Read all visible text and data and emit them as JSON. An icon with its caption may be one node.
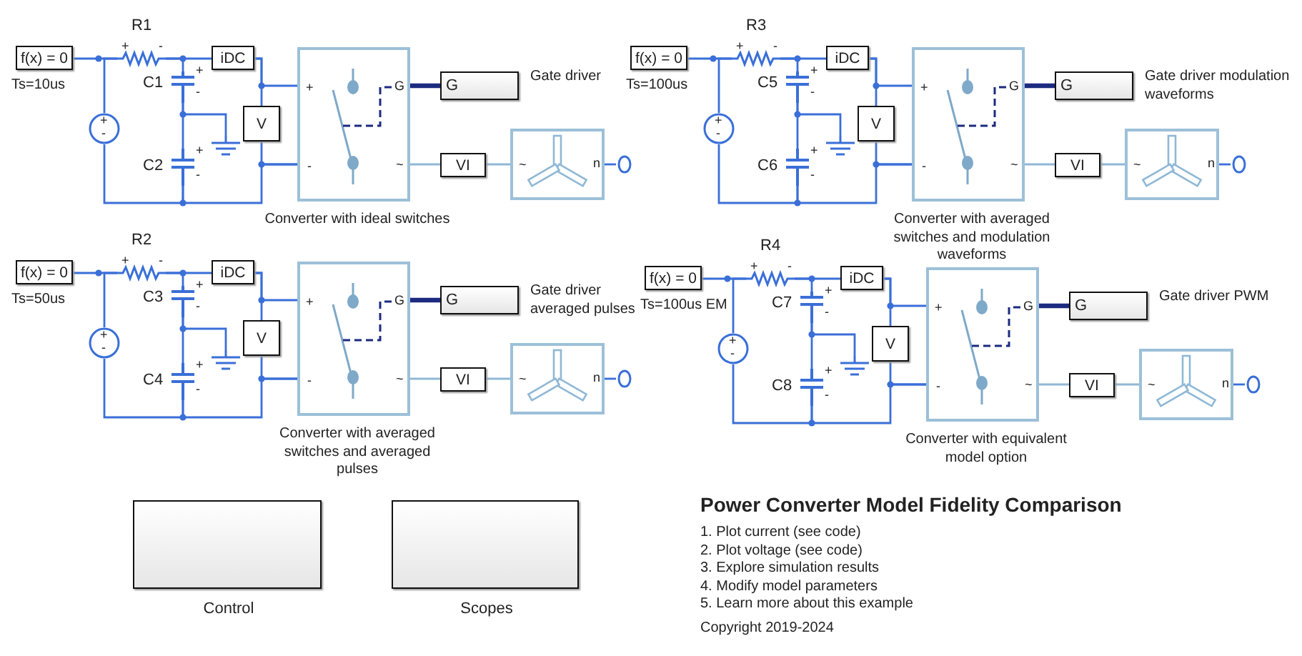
{
  "diagram": {
    "title": "Power Converter Model Fidelity Comparison",
    "nodes": [
      {
        "text": [
          "f(x) = 0"
        ],
        "beside": [
          "Ts=10us"
        ]
      },
      {
        "text": [
          "R1",
          "+",
          "-"
        ]
      },
      {
        "text": [
          "C1",
          "+",
          "-"
        ]
      },
      {
        "text": [
          "C2",
          "+",
          "-"
        ]
      },
      {
        "text": [
          "+",
          "-"
        ]
      },
      {
        "text": [],
        "shape": "ground"
      },
      {
        "text": [
          "iDC"
        ]
      },
      {
        "text": [
          "V"
        ]
      },
      {
        "text": [
          "+",
          "-",
          "G",
          "~"
        ],
        "beside": [
          "Converter with ideal switches"
        ]
      },
      {
        "text": [
          "G"
        ],
        "beside": [
          "Gate driver"
        ]
      },
      {
        "text": [
          "VI"
        ]
      },
      {
        "text": [
          "~",
          "n"
        ]
      },
      {
        "text": [],
        "shape": "circle"
      },
      {
        "text": [
          "f(x) = 0"
        ],
        "beside": [
          "Ts=50us"
        ]
      },
      {
        "text": [
          "R2",
          "+",
          "-"
        ]
      },
      {
        "text": [
          "C3",
          "+",
          "-"
        ]
      },
      {
        "text": [
          "C4",
          "+",
          "-"
        ]
      },
      {
        "text": [
          "+",
          "-"
        ]
      },
      {
        "text": [],
        "shape": "ground"
      },
      {
        "text": [
          "iDC"
        ]
      },
      {
        "text": [
          "V"
        ]
      },
      {
        "text": [
          "+",
          "-",
          "G",
          "~"
        ],
        "beside": [
          "Converter with averaged switches and averaged pulses"
        ]
      },
      {
        "text": [
          "G"
        ],
        "beside": [
          "Gate driver averaged pulses"
        ]
      },
      {
        "text": [
          "VI"
        ]
      },
      {
        "text": [
          "~",
          "n"
        ]
      },
      {
        "text": [],
        "shape": "circle"
      },
      {
        "text": [
          "f(x) = 0"
        ],
        "beside": [
          "Ts=100us"
        ]
      },
      {
        "text": [
          "R3",
          "+",
          "-"
        ]
      },
      {
        "text": [
          "C5",
          "+",
          "-"
        ]
      },
      {
        "text": [
          "C6",
          "+",
          "-"
        ]
      },
      {
        "text": [
          "+",
          "-"
        ]
      },
      {
        "text": [],
        "shape": "ground"
      },
      {
        "text": [
          "iDC"
        ]
      },
      {
        "text": [
          "V"
        ]
      },
      {
        "text": [
          "+",
          "-",
          "G",
          "~"
        ],
        "beside": [
          "Converter with averaged switches and modulation waveforms"
        ]
      },
      {
        "text": [
          "G"
        ],
        "beside": [
          "Gate driver modulation waveforms"
        ]
      },
      {
        "text": [
          "VI"
        ]
      },
      {
        "text": [
          "~",
          "n"
        ]
      },
      {
        "text": [],
        "shape": "circle"
      },
      {
        "text": [
          "f(x) = 0"
        ],
        "beside": [
          "Ts=100us EM"
        ]
      },
      {
        "text": [
          "R4",
          "+",
          "-"
        ]
      },
      {
        "text": [
          "C7",
          "+",
          "-"
        ]
      },
      {
        "text": [
          "C8",
          "+",
          "-"
        ]
      },
      {
        "text": [
          "+",
          "-"
        ]
      },
      {
        "text": [],
        "shape": "ground"
      },
      {
        "text": [
          "iDC"
        ]
      },
      {
        "text": [
          "V"
        ]
      },
      {
        "text": [
          "+",
          "-",
          "G",
          "~"
        ],
        "beside": [
          "Converter with equivalent model option"
        ]
      },
      {
        "text": [
          "G"
        ],
        "beside": [
          "Gate driver PWM"
        ]
      },
      {
        "text": [
          "VI"
        ]
      },
      {
        "text": [
          "~",
          "n"
        ]
      },
      {
        "text": [],
        "shape": "circle"
      },
      {
        "text": [
          "Control"
        ]
      },
      {
        "text": [
          "Scopes"
        ]
      }
    ],
    "edges": [
      {
        "from": 0,
        "to": 1,
        "arrow": "none"
      },
      {
        "from": 4,
        "to": 1,
        "arrow": "none"
      },
      {
        "from": 1,
        "to": 6,
        "arrow": "none"
      },
      {
        "from": 1,
        "to": 2,
        "arrow": "none"
      },
      {
        "from": 2,
        "to": 3,
        "arrow": "none"
      },
      {
        "from": 2,
        "to": 5,
        "arrow": "none"
      },
      {
        "from": 6,
        "to": 8,
        "arrow": "none"
      },
      {
        "from": 6,
        "to": 7,
        "arrow": "none"
      },
      {
        "from": 7,
        "to": 8,
        "arrow": "none"
      },
      {
        "from": 3,
        "to": 8,
        "arrow": "none"
      },
      {
        "from": 4,
        "to": 3,
        "arrow": "none"
      },
      {
        "from": 8,
        "to": 9,
        "arrow": "none",
        "style": "thick",
        "color": "#1c2a80"
      },
      {
        "from": 8,
        "to": 10,
        "arrow": "none",
        "color": "#8fb8d6"
      },
      {
        "from": 10,
        "to": 11,
        "arrow": "none",
        "color": "#8fb8d6"
      },
      {
        "from": 11,
        "to": 12,
        "arrow": "none"
      },
      {
        "from": 13,
        "to": 14,
        "arrow": "none"
      },
      {
        "from": 17,
        "to": 14,
        "arrow": "none"
      },
      {
        "from": 14,
        "to": 19,
        "arrow": "none"
      },
      {
        "from": 14,
        "to": 15,
        "arrow": "none"
      },
      {
        "from": 15,
        "to": 16,
        "arrow": "none"
      },
      {
        "from": 15,
        "to": 18,
        "arrow": "none"
      },
      {
        "from": 19,
        "to": 21,
        "arrow": "none"
      },
      {
        "from": 19,
        "to": 20,
        "arrow": "none"
      },
      {
        "from": 20,
        "to": 21,
        "arrow": "none"
      },
      {
        "from": 16,
        "to": 21,
        "arrow": "none"
      },
      {
        "from": 17,
        "to": 16,
        "arrow": "none"
      },
      {
        "from": 21,
        "to": 22,
        "arrow": "none",
        "style": "thick",
        "color": "#1c2a80"
      },
      {
        "from": 21,
        "to": 23,
        "arrow": "none",
        "color": "#8fb8d6"
      },
      {
        "from": 23,
        "to": 24,
        "arrow": "none",
        "color": "#8fb8d6"
      },
      {
        "from": 24,
        "to": 25,
        "arrow": "none"
      },
      {
        "from": 26,
        "to": 27,
        "arrow": "none"
      },
      {
        "from": 30,
        "to": 27,
        "arrow": "none"
      },
      {
        "from": 27,
        "to": 32,
        "arrow": "none"
      },
      {
        "from": 27,
        "to": 28,
        "arrow": "none"
      },
      {
        "from": 28,
        "to": 29,
        "arrow": "none"
      },
      {
        "from": 28,
        "to": 31,
        "arrow": "none"
      },
      {
        "from": 32,
        "to": 34,
        "arrow": "none"
      },
      {
        "from": 32,
        "to": 33,
        "arrow": "none"
      },
      {
        "from": 33,
        "to": 34,
        "arrow": "none"
      },
      {
        "from": 29,
        "to": 34,
        "arrow": "none"
      },
      {
        "from": 30,
        "to": 29,
        "arrow": "none"
      },
      {
        "from": 34,
        "to": 35,
        "arrow": "none",
        "style": "thick",
        "color": "#1c2a80"
      },
      {
        "from": 34,
        "to": 36,
        "arrow": "none",
        "color": "#8fb8d6"
      },
      {
        "from": 36,
        "to": 37,
        "arrow": "none",
        "color": "#8fb8d6"
      },
      {
        "from": 37,
        "to": 38,
        "arrow": "none"
      },
      {
        "from": 39,
        "to": 40,
        "arrow": "none"
      },
      {
        "from": 43,
        "to": 40,
        "arrow": "none"
      },
      {
        "from": 40,
        "to": 45,
        "arrow": "none"
      },
      {
        "from": 40,
        "to": 41,
        "arrow": "none"
      },
      {
        "from": 41,
        "to": 42,
        "arrow": "none"
      },
      {
        "from": 41,
        "to": 44,
        "arrow": "none"
      },
      {
        "from": 45,
        "to": 47,
        "arrow": "none"
      },
      {
        "from": 45,
        "to": 46,
        "arrow": "none"
      },
      {
        "from": 46,
        "to": 47,
        "arrow": "none"
      },
      {
        "from": 42,
        "to": 47,
        "arrow": "none"
      },
      {
        "from": 43,
        "to": 42,
        "arrow": "none"
      },
      {
        "from": 47,
        "to": 48,
        "arrow": "none",
        "style": "thick",
        "color": "#1c2a80"
      },
      {
        "from": 47,
        "to": 49,
        "arrow": "none",
        "color": "#8fb8d6"
      },
      {
        "from": 49,
        "to": 50,
        "arrow": "none",
        "color": "#8fb8d6"
      },
      {
        "from": 50,
        "to": 51,
        "arrow": "none"
      }
    ],
    "labels": [
      "1. Plot current (see code)",
      "2. Plot voltage (see code)",
      "3. Explore simulation results",
      "4. Modify model parameters",
      "5. Learn more about this example",
      "Copyright 2019-2024"
    ]
  }
}
